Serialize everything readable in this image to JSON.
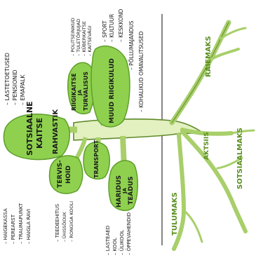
{
  "colors": {
    "leaf": "#8fd14f",
    "leaf_dark": "#5f9e2a",
    "tree_light": "#e3f0c0",
    "tree_mid": "#a8cf6a",
    "ink": "#1b1b1b"
  },
  "leaves": {
    "sotsiaalne_kaitse": [
      "SOTSIAALNE",
      "KAITSE"
    ],
    "rahvastik": "RAHVASTIK",
    "riigikaitse": [
      "RIIGIKAITSE",
      "JA",
      "TURVALISUS"
    ],
    "muud_riigikulud": "MUUD RIIGIKULUD",
    "tervishoid": [
      "TERVIS-",
      "HOID"
    ],
    "transport": "TRANSPORT",
    "haridus": [
      "HARIDUS",
      "JA",
      "TEADUS"
    ]
  },
  "lists": {
    "social": [
      "– LASTETOETUSED",
      "– PENSIONID",
      "– EMAPALK"
    ],
    "defence": [
      "– POLITSEINIKUD",
      "– TULETÕRJUJAD",
      "– KÜBERKAITSE",
      "– KAITSEVÄGI"
    ],
    "other": [
      "– SPORT",
      "– KULTUUR",
      "– KESKKOND",
      "– PÕLLUMAJANDUS",
      "– KOHALIKUD OMAVALITSUSED"
    ],
    "health": [
      "– HAIGEKASSA",
      "– PEREARST",
      "– TRAUMAPUNKT",
      "– HAIGLA RAVI"
    ],
    "transport": [
      "– TEEDEEHITUS",
      "– ÜHISSÕIDUK",
      "– RONGIGA KOOLI"
    ],
    "education": [
      "– LASTEAED",
      "– KOOL",
      "– ÜLIKOOL",
      "– ÕPPEVAHENDID"
    ]
  },
  "roots": {
    "raiemaks": "RAIEMAKS",
    "aktsiis": "AKTSIIS",
    "sotsiaalmaks": "SOTSIAALMAKS",
    "tulumaks": "TULUMAKS"
  }
}
